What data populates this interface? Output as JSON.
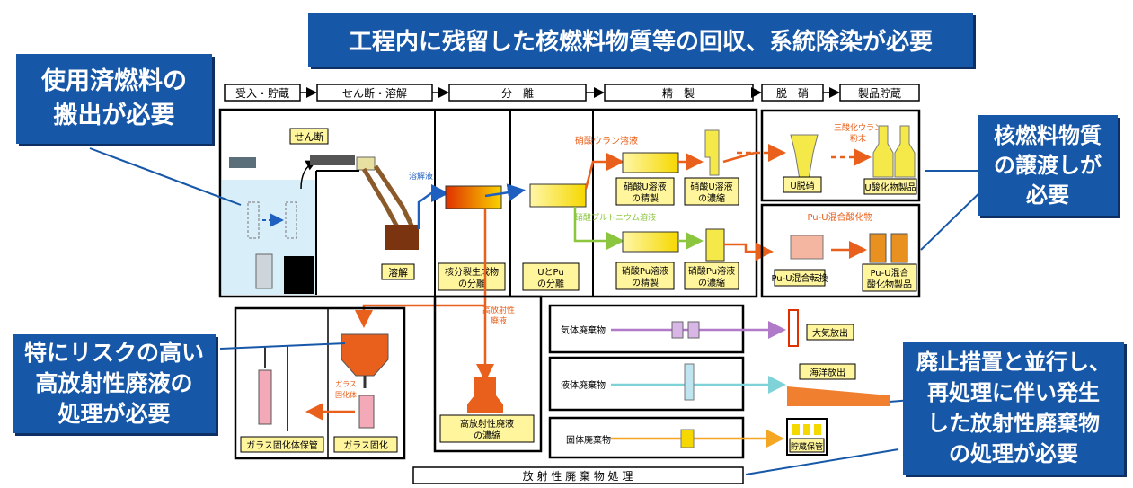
{
  "callouts": {
    "top": "工程内に残留した核燃料物質等の回収、系統除染が必要",
    "left_top": "使用済燃料の\n搬出が必要",
    "right_top": "核燃料物質\nの譲渡しが\n必要",
    "left_bottom": "特にリスクの高い\n高放射性廃液の\n処理が必要",
    "right_bottom": "廃止措置と並行し、\n再処理に伴い発生\nした放射性廃棄物\nの処理が必要"
  },
  "stages": [
    "受入・貯蔵",
    "せん断・溶解",
    "分　離",
    "精　製",
    "脱　硝",
    "製品貯蔵"
  ],
  "process": {
    "shear": "せん断",
    "dissolve": "溶解",
    "dissolved_liquid": "溶解液",
    "fp_separation_1": "核分裂生成物",
    "fp_separation_2": "の分離",
    "u_pu_sep_1": "UとPu",
    "u_pu_sep_2": "の分離",
    "uranyl_nitrate_solution": "硝酸ウラン溶液",
    "pu_nitrate_solution": "硝酸プルトニウム溶液",
    "u_purify_1": "硝酸U溶液",
    "u_purify_2": "の精製",
    "u_conc_1": "硝酸U溶液",
    "u_conc_2": "の濃縮",
    "pu_purify_1": "硝酸Pu溶液",
    "pu_purify_2": "の精製",
    "pu_conc_1": "硝酸Pu溶液",
    "pu_conc_2": "の濃縮",
    "u_denitration": "U脱硝",
    "uo3_powder_1": "三酸化ウラン",
    "uo3_powder_2": "粉末",
    "uo3_product": "U酸化物製品",
    "mox": "Pu-U混合酸化物",
    "mox_convert": "Pu-U混合転換",
    "mox_product_1": "Pu-U混合",
    "mox_product_2": "酸化物製品",
    "hlw_1": "高放射性",
    "hlw_2": "廃液",
    "hlw_conc_1": "高放射性廃液",
    "hlw_conc_2": "の濃縮",
    "glass_1": "ガラス",
    "glass_2": "固化体",
    "vitrification": "ガラス固化",
    "glass_storage": "ガラス固化体保管",
    "gas_waste": "気体廃棄物",
    "liquid_waste": "液体廃棄物",
    "solid_waste": "固体廃棄物",
    "air_release": "大気放出",
    "sea_release": "海洋放出",
    "storage": "貯蔵保管",
    "waste_treatment": "放 射 性 廃 棄 物 処 理"
  }
}
